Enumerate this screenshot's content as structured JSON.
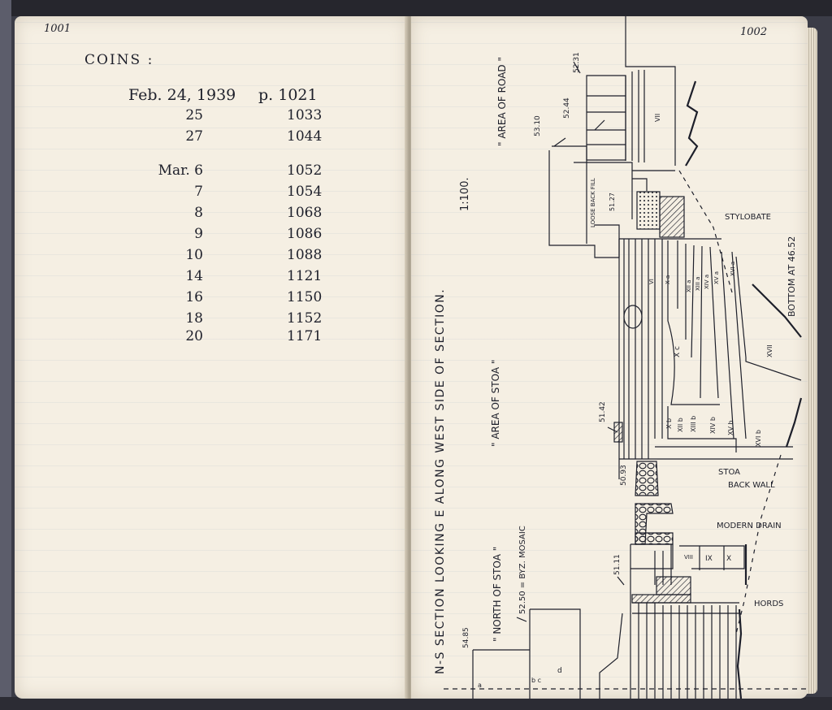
{
  "left_page": {
    "page_number": "1001",
    "heading": "COINS :",
    "first_row": {
      "date": "Feb. 24, 1939",
      "page": "p. 1021"
    },
    "rows": [
      {
        "date": "25",
        "page": "1033"
      },
      {
        "date": "27",
        "page": "1044"
      },
      {
        "date": "Mar. 6",
        "page": "1052"
      },
      {
        "date": "7",
        "page": "1054"
      },
      {
        "date": "8",
        "page": "1068"
      },
      {
        "date": "9",
        "page": "1086"
      },
      {
        "date": "10",
        "page": "1088"
      },
      {
        "date": "14",
        "page": "1121"
      },
      {
        "date": "16",
        "page": "1150"
      },
      {
        "date": "18",
        "page": "1152"
      },
      {
        "date": "20",
        "page": "1171"
      }
    ]
  },
  "right_page": {
    "page_number": "1002",
    "section_title": "N-S SECTION LOOKING E ALONG WEST SIDE OF SECTION.",
    "scale": "1:100.",
    "area_road": "\" AREA OF ROAD \"",
    "area_stoa": "\" AREA OF STOA \"",
    "north_stoa": "\" NORTH OF STOA \"",
    "mosaic": "52.50 = BYZ. MOSAIC",
    "labels": {
      "stylobate": "STYLOBATE",
      "bottom": "BOTTOM AT 46.52",
      "stoa_back_wall_1": "STOA",
      "stoa_back_wall_2": "BACK WALL",
      "modern_drain": "MODERN DRAIN",
      "hord": "HORDS",
      "loose_back_fill": "LOOSE BACK FILL",
      "elev_5231": "52.31",
      "elev_5244": "52.44",
      "elev_5310": "53.10",
      "elev_5127": "51.27",
      "elev_5142": "51.42",
      "elev_5093": "50.93",
      "elev_5111": "51.11",
      "elev_5485": "54.85"
    },
    "layers": {
      "vii": "VII",
      "xc": "X c",
      "xvii": "XVII",
      "xviib": "XVI b",
      "xvb": "XV b",
      "xivb": "XIV b",
      "xiiib": "XIII b",
      "xiib": "XII b",
      "xb": "X b",
      "xiia": "XII a",
      "xiiia": "XIII a",
      "xiva": "XIV a",
      "xva": "XV a",
      "xvia": "XVI a",
      "vi": "VI",
      "xi": "X a",
      "ix": "IX",
      "x": "X",
      "viii": "VIII",
      "d": "d",
      "bc": "b c",
      "a": "a"
    }
  }
}
